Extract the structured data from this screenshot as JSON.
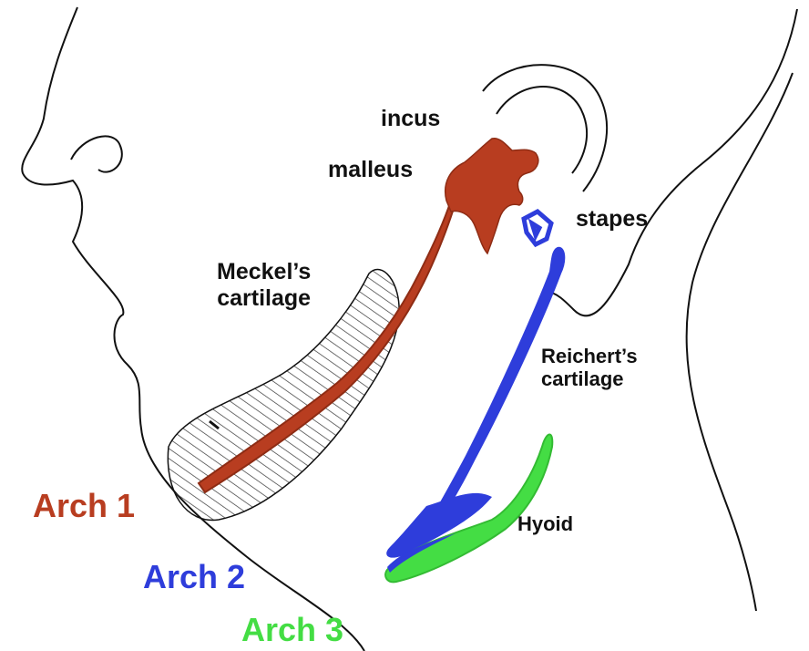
{
  "labels": {
    "incus": "incus",
    "malleus": "malleus",
    "stapes": "stapes",
    "meckels_line1": "Meckel’s",
    "meckels_line2": "cartilage",
    "reicherts_line1": "Reichert’s",
    "reicherts_line2": "cartilage",
    "hyoid": "Hyoid",
    "arch1": "Arch 1",
    "arch2": "Arch 2",
    "arch3": "Arch 3"
  },
  "colors": {
    "arch1": "#b83d20",
    "arch2": "#2e3ddb",
    "arch3": "#44dd44",
    "outline": "#111111",
    "hatch": "#333333"
  }
}
